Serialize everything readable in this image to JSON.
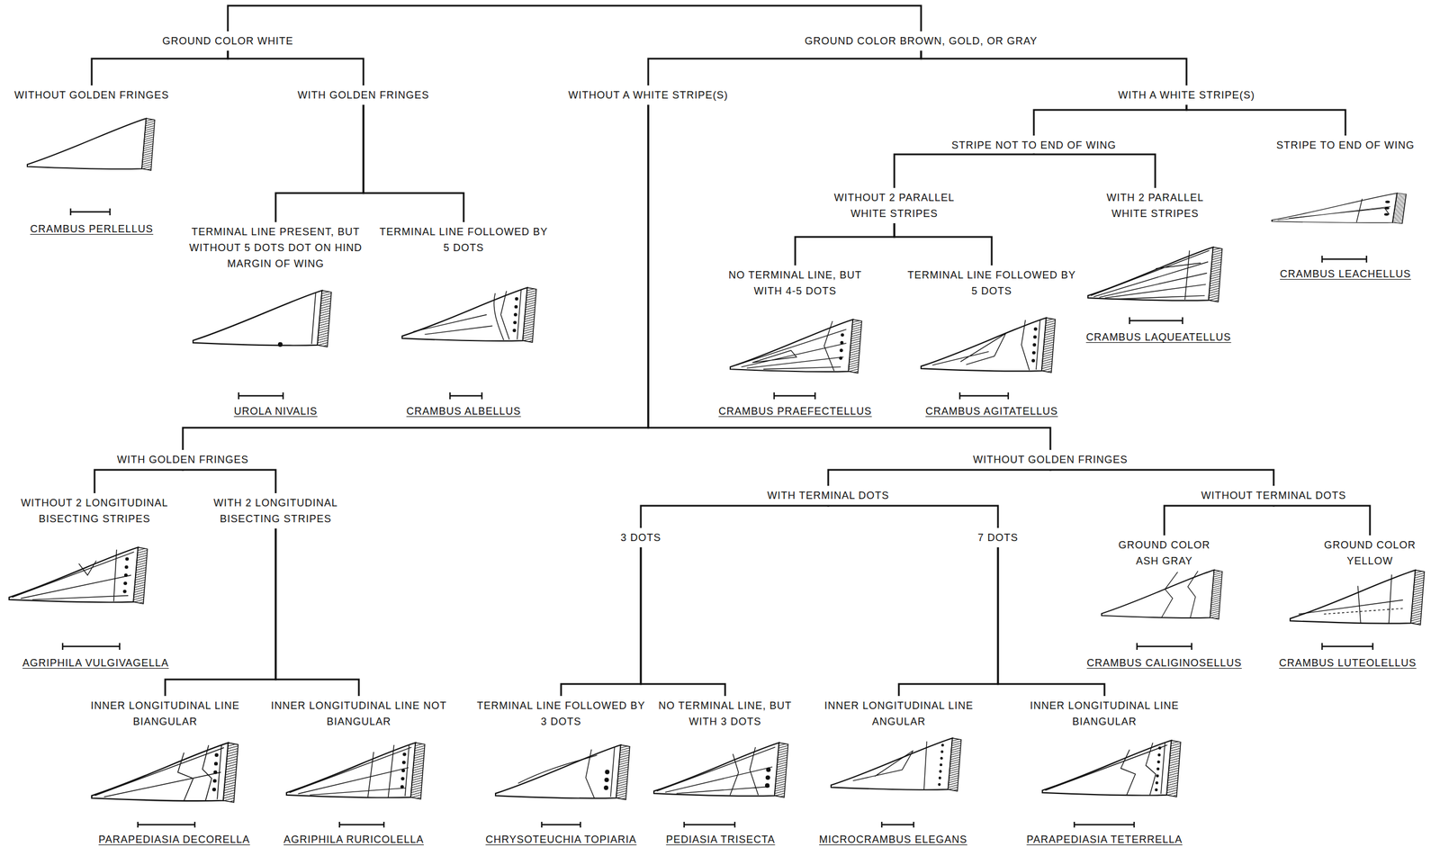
{
  "diagram": {
    "nodes": [
      {
        "text": [
          "GROUND COLOR WHITE"
        ]
      },
      {
        "text": [
          "GROUND COLOR BROWN, GOLD, OR GRAY"
        ]
      },
      {
        "text": [
          "WITHOUT GOLDEN FRINGES"
        ]
      },
      {
        "text": [
          "WITH GOLDEN FRINGES"
        ]
      },
      {
        "text": [
          "WITHOUT A WHITE STRIPE(S)"
        ]
      },
      {
        "text": [
          "WITH A WHITE STRIPE(S)"
        ]
      },
      {
        "text": [
          "TERMINAL LINE PRESENT, BUT WITHOUT 5 DOTS DOT ON HIND MARGIN OF WING"
        ]
      },
      {
        "text": [
          "TERMINAL LINE FOLLOWED BY 5 DOTS"
        ]
      },
      {
        "text": [
          "STRIPE NOT TO END OF WING"
        ]
      },
      {
        "text": [
          "STRIPE TO END OF WING"
        ]
      },
      {
        "text": [
          "WITHOUT 2 PARALLEL WHITE STRIPES"
        ]
      },
      {
        "text": [
          "WITH 2 PARALLEL WHITE STRIPES"
        ]
      },
      {
        "text": [
          "NO TERMINAL LINE, BUT WITH 4-5 DOTS"
        ]
      },
      {
        "text": [
          "TERMINAL LINE FOLLOWED BY 5 DOTS"
        ]
      },
      {
        "text": [
          "WITH GOLDEN FRINGES"
        ]
      },
      {
        "text": [
          "WITHOUT GOLDEN FRINGES"
        ]
      },
      {
        "text": [
          "WITHOUT 2 LONGITUDINAL BISECTING STRIPES"
        ]
      },
      {
        "text": [
          "WITH 2 LONGITUDINAL BISECTING STRIPES"
        ]
      },
      {
        "text": [
          "WITH TERMINAL DOTS"
        ]
      },
      {
        "text": [
          "WITHOUT TERMINAL DOTS"
        ]
      },
      {
        "text": [
          "3 DOTS"
        ]
      },
      {
        "text": [
          "7 DOTS"
        ]
      },
      {
        "text": [
          "GROUND COLOR ASH GRAY"
        ]
      },
      {
        "text": [
          "GROUND COLOR YELLOW"
        ]
      },
      {
        "text": [
          "INNER LONGITUDINAL LINE BIANGULAR"
        ]
      },
      {
        "text": [
          "INNER LONGITUDINAL LINE NOT BIANGULAR"
        ]
      },
      {
        "text": [
          "TERMINAL LINE FOLLOWED BY 3 DOTS"
        ]
      },
      {
        "text": [
          "NO TERMINAL LINE, BUT WITH 3 DOTS"
        ]
      },
      {
        "text": [
          "INNER LONGITUDINAL LINE ANGULAR"
        ]
      },
      {
        "text": [
          "INNER LONGITUDINAL LINE BIANGULAR"
        ]
      }
    ],
    "edges": [
      {
        "from": 0,
        "to": 1,
        "arrow": "none"
      },
      {
        "from": 0,
        "to": 2,
        "arrow": "none"
      },
      {
        "from": 0,
        "to": 3,
        "arrow": "none"
      },
      {
        "from": 1,
        "to": 4,
        "arrow": "none"
      },
      {
        "from": 1,
        "to": 5,
        "arrow": "none"
      },
      {
        "from": 3,
        "to": 6,
        "arrow": "none"
      },
      {
        "from": 3,
        "to": 7,
        "arrow": "none"
      },
      {
        "from": 5,
        "to": 8,
        "arrow": "none"
      },
      {
        "from": 5,
        "to": 9,
        "arrow": "none"
      },
      {
        "from": 8,
        "to": 10,
        "arrow": "none"
      },
      {
        "from": 8,
        "to": 11,
        "arrow": "none"
      },
      {
        "from": 10,
        "to": 12,
        "arrow": "none"
      },
      {
        "from": 10,
        "to": 13,
        "arrow": "none"
      },
      {
        "from": 4,
        "to": 14,
        "arrow": "none"
      },
      {
        "from": 4,
        "to": 15,
        "arrow": "none"
      },
      {
        "from": 14,
        "to": 16,
        "arrow": "none"
      },
      {
        "from": 14,
        "to": 17,
        "arrow": "none"
      },
      {
        "from": 15,
        "to": 18,
        "arrow": "none"
      },
      {
        "from": 15,
        "to": 19,
        "arrow": "none"
      },
      {
        "from": 17,
        "to": 24,
        "arrow": "none"
      },
      {
        "from": 17,
        "to": 25,
        "arrow": "none"
      },
      {
        "from": 18,
        "to": 20,
        "arrow": "none"
      },
      {
        "from": 18,
        "to": 21,
        "arrow": "none"
      },
      {
        "from": 19,
        "to": 22,
        "arrow": "none"
      },
      {
        "from": 19,
        "to": 23,
        "arrow": "none"
      },
      {
        "from": 20,
        "to": 26,
        "arrow": "none"
      },
      {
        "from": 20,
        "to": 27,
        "arrow": "none"
      },
      {
        "from": 21,
        "to": 28,
        "arrow": "none"
      },
      {
        "from": 21,
        "to": 29,
        "arrow": "none"
      }
    ],
    "labels": [
      "CRAMBUS PERLELLUS",
      "UROLA NIVALIS",
      "CRAMBUS ALBELLUS",
      "CRAMBUS LEACHELLUS",
      "CRAMBUS LAQUEATELLUS",
      "CRAMBUS PRAEFECTELLUS",
      "CRAMBUS AGITATELLUS",
      "AGRIPHILA VULGIVAGELLA",
      "CRAMBUS CALIGINOSELLUS",
      "CRAMBUS LUTEOLELLUS",
      "PARAPEDIASIA DECORELLA",
      "AGRIPHILA RURICOLELLA",
      "CHRYSOTEUCHIA TOPIARIA",
      "PEDIASIA TRISECTA",
      "MICROCRAMBUS ELEGANS",
      "PARAPEDIASIA TETERRELLA"
    ]
  }
}
